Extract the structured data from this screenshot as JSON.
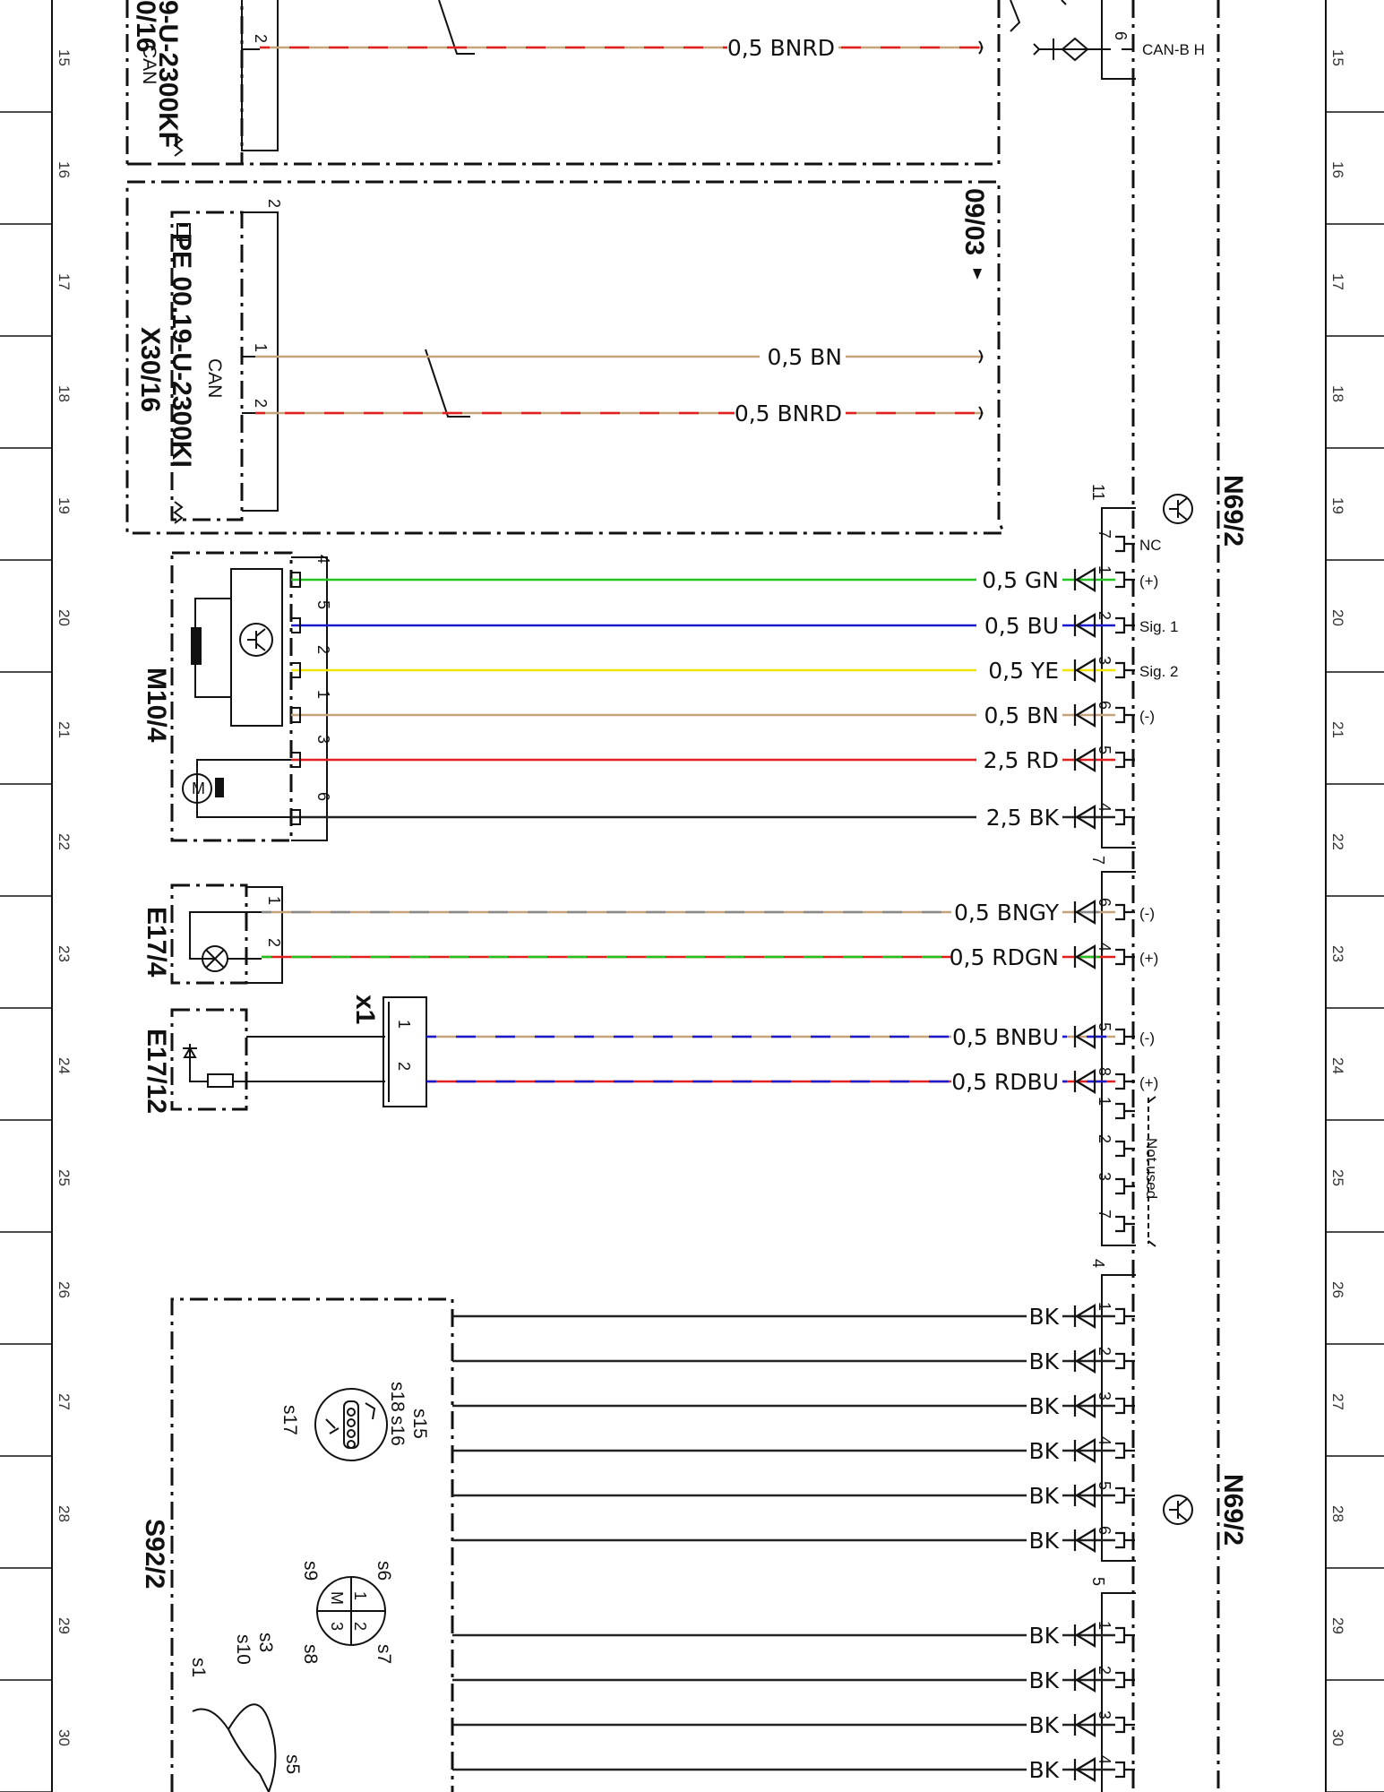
{
  "grid_rows": [
    "15",
    "16",
    "17",
    "18",
    "19",
    "20",
    "21",
    "22",
    "23",
    "24",
    "25",
    "26",
    "27",
    "28",
    "29",
    "30"
  ],
  "colors": {
    "GN": "#22c21f",
    "BU": "#1a1acc",
    "YE": "#f2e600",
    "BN": "#c4a27a",
    "RD": "#e21f1f",
    "BK": "#222222",
    "GY": "#8a8a8a"
  },
  "components": {
    "upper_connector": {
      "ref": "0/16",
      "part": "9-U-2300KF",
      "can": "CAN",
      "pin": "2",
      "wire": "0,5 BNRD"
    },
    "lower_connector": {
      "ref": "X30/16",
      "part": "PE 00.19-U-2300KI",
      "can": "CAN",
      "pins": [
        "1",
        "2"
      ],
      "group": "2",
      "wires": [
        "0,5 BN",
        "0,5 BNRD"
      ]
    },
    "variant_note": "09/03",
    "m10_4": {
      "label": "M10/4",
      "pins": [
        "4",
        "5",
        "2",
        "1",
        "3",
        "6"
      ]
    },
    "e17_4": {
      "label": "E17/4",
      "pins": [
        "1",
        "2"
      ]
    },
    "e17_12": {
      "label": "E17/12"
    },
    "x1": {
      "label": "x1",
      "pins": [
        "1",
        "2"
      ]
    },
    "s92_2": {
      "label": "S92/2",
      "switches": [
        "s15",
        "s18",
        "s16",
        "s17",
        "s6",
        "s9",
        "s7",
        "s8",
        "s3",
        "s10",
        "s1",
        "s5"
      ],
      "joystick": [
        "1",
        "2",
        "3",
        "M"
      ]
    },
    "n69_2_top": {
      "label": "N69/2",
      "pin": "6",
      "signal": "CAN-B H"
    },
    "n69_2_mid": {
      "label": "N69/2",
      "conn_a": {
        "count": "11",
        "pins": [
          {
            "pin": "7",
            "sig": "NC",
            "wire": ""
          },
          {
            "pin": "1",
            "sig": "(+)",
            "wire": "0,5 GN"
          },
          {
            "pin": "2",
            "sig": "Sig. 1",
            "wire": "0,5 BU"
          },
          {
            "pin": "3",
            "sig": "Sig. 2",
            "wire": "0,5 YE"
          },
          {
            "pin": "6",
            "sig": "(-)",
            "wire": "0,5 BN"
          },
          {
            "pin": "5",
            "sig": "",
            "wire": "2,5 RD"
          },
          {
            "pin": "4",
            "sig": "",
            "wire": "2,5 BK"
          }
        ]
      },
      "conn_b": {
        "count": "7",
        "pins": [
          {
            "pin": "6",
            "sig": "(-)",
            "wire": "0,5 BNGY"
          },
          {
            "pin": "4",
            "sig": "(+)",
            "wire": "0,5 RDGN"
          },
          {
            "pin": "5",
            "sig": "(-)",
            "wire": "0,5 BNBU"
          },
          {
            "pin": "8",
            "sig": "(+)",
            "wire": "0,5 RDBU"
          }
        ],
        "unused_pins": [
          "1",
          "2",
          "3",
          "7"
        ],
        "unused_label": "Not used"
      }
    },
    "n69_2_low": {
      "label": "N69/2",
      "conn_c": {
        "count": "4",
        "pins": [
          "1",
          "2",
          "3",
          "4",
          "5",
          "6"
        ],
        "wire": "BK"
      },
      "conn_d": {
        "count": "5",
        "pins": [
          "1",
          "2",
          "3",
          "4"
        ],
        "wire": "BK"
      }
    }
  }
}
